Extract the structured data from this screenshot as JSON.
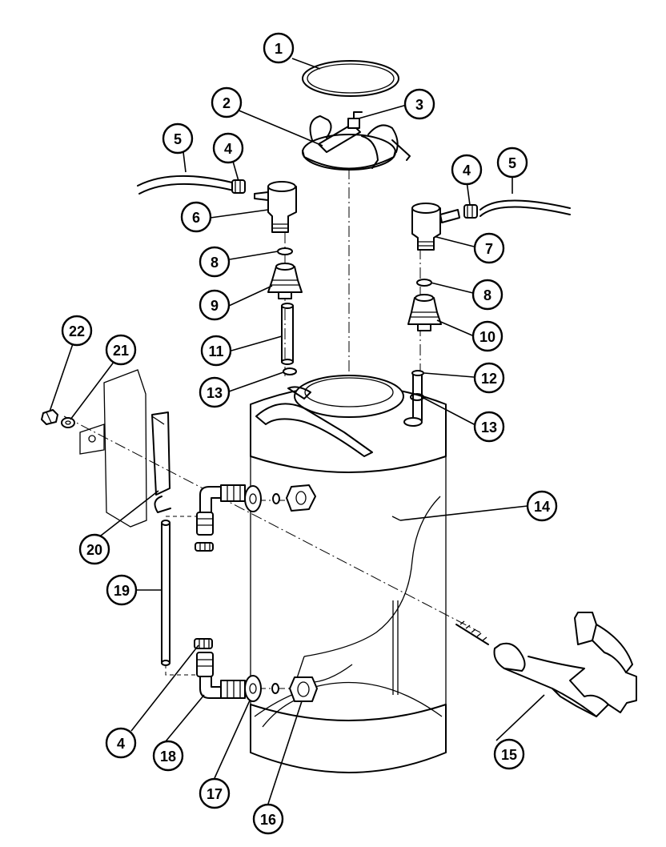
{
  "callouts": [
    {
      "id": "c1",
      "label": "1"
    },
    {
      "id": "c2",
      "label": "2"
    },
    {
      "id": "c3",
      "label": "3"
    },
    {
      "id": "c4a",
      "label": "4"
    },
    {
      "id": "c4b",
      "label": "4"
    },
    {
      "id": "c4c",
      "label": "4"
    },
    {
      "id": "c5a",
      "label": "5"
    },
    {
      "id": "c5b",
      "label": "5"
    },
    {
      "id": "c6",
      "label": "6"
    },
    {
      "id": "c7",
      "label": "7"
    },
    {
      "id": "c8a",
      "label": "8"
    },
    {
      "id": "c8b",
      "label": "8"
    },
    {
      "id": "c9",
      "label": "9"
    },
    {
      "id": "c10",
      "label": "10"
    },
    {
      "id": "c11",
      "label": "11"
    },
    {
      "id": "c12",
      "label": "12"
    },
    {
      "id": "c13a",
      "label": "13"
    },
    {
      "id": "c13b",
      "label": "13"
    },
    {
      "id": "c14",
      "label": "14"
    },
    {
      "id": "c15",
      "label": "15"
    },
    {
      "id": "c16",
      "label": "16"
    },
    {
      "id": "c17",
      "label": "17"
    },
    {
      "id": "c18",
      "label": "18"
    },
    {
      "id": "c19",
      "label": "19"
    },
    {
      "id": "c20",
      "label": "20"
    },
    {
      "id": "c21",
      "label": "21"
    },
    {
      "id": "c22",
      "label": "22"
    }
  ]
}
